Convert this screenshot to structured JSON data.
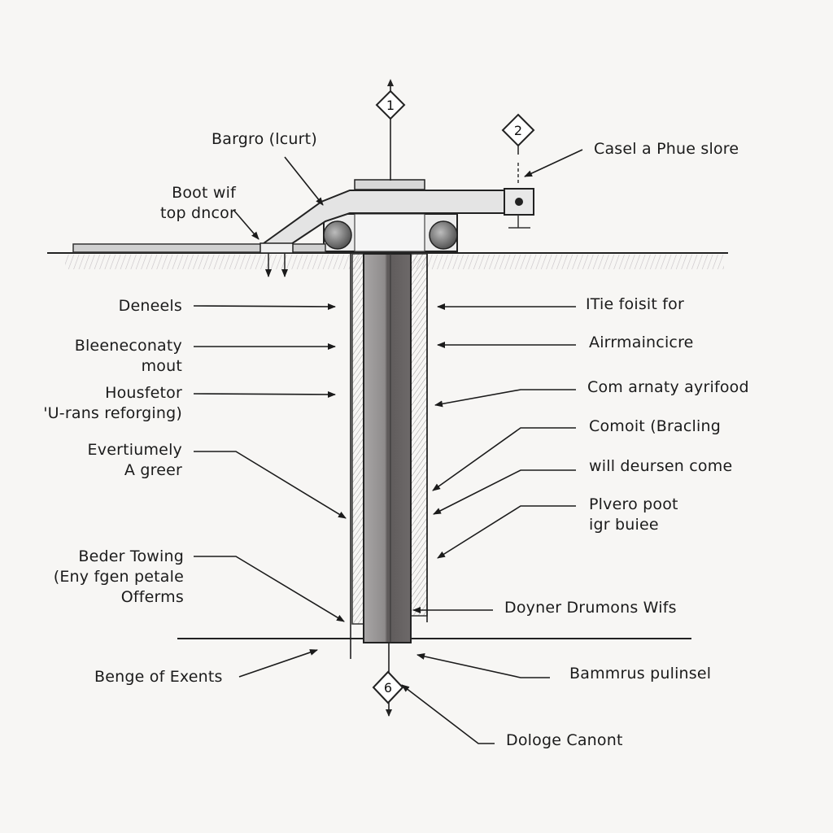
{
  "markers": {
    "m1": "1",
    "m2": "2",
    "m3": "6"
  },
  "labels": {
    "top_center": "Bargro (lcurt)",
    "top_left_1": "Boot wif",
    "top_left_2": "top dncor",
    "top_right": "Casel a Phue slore",
    "left": [
      [
        "Deneels"
      ],
      [
        "Bleeneconaty",
        "mout"
      ],
      [
        "Housfetor",
        "'U-rans reforging)"
      ],
      [
        "Evertiumely",
        "A greer"
      ],
      [
        "Beder Towing",
        "(Eny fgen petale",
        "Offerms"
      ]
    ],
    "right": [
      [
        "ITie foisit for"
      ],
      [
        "Airrmaincicre"
      ],
      [
        "Com arnaty ayrifood"
      ],
      [
        "Comoit (Bracling"
      ],
      [
        "will deursen come"
      ],
      [
        "Plvero poot",
        "igr buiee"
      ]
    ],
    "lower_right_1": "Doyner Drumons Wifs",
    "lower_left": "Benge of Exents",
    "lower_right_2": "Bammrus pulinsel",
    "bottom": "Dologe Canont"
  }
}
